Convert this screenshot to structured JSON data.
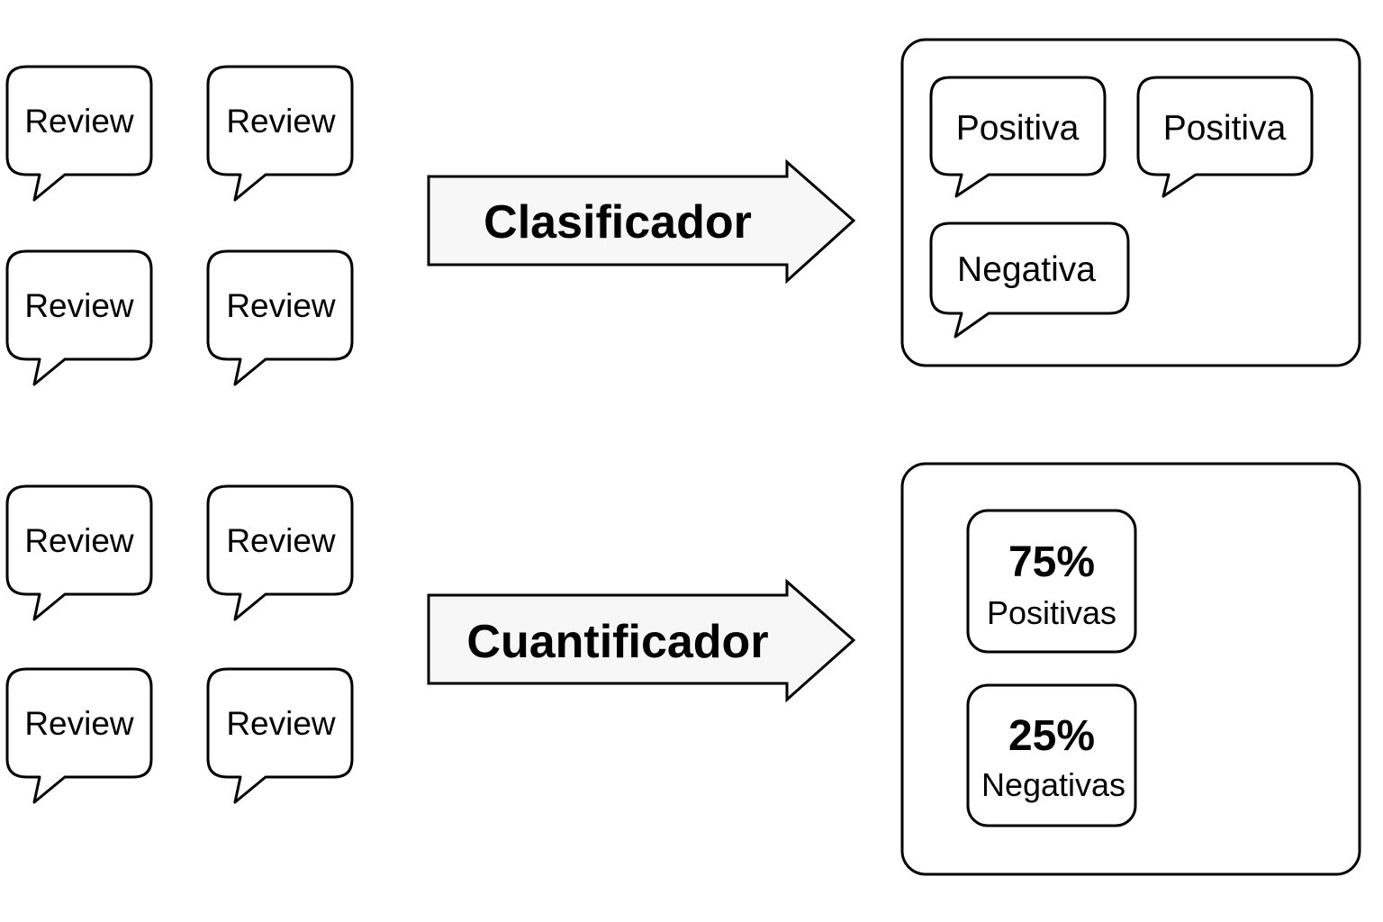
{
  "classification": {
    "reviews": [
      "Review",
      "Review",
      "Review",
      "Review"
    ],
    "process_label": "Clasificador",
    "results": [
      "Positiva",
      "Positiva",
      "Negativa"
    ]
  },
  "quantification": {
    "reviews": [
      "Review",
      "Review",
      "Review",
      "Review"
    ],
    "process_label": "Cuantificador",
    "results": [
      {
        "value": "75%",
        "label": "Positivas"
      },
      {
        "value": "25%",
        "label": "Negativas"
      }
    ]
  }
}
